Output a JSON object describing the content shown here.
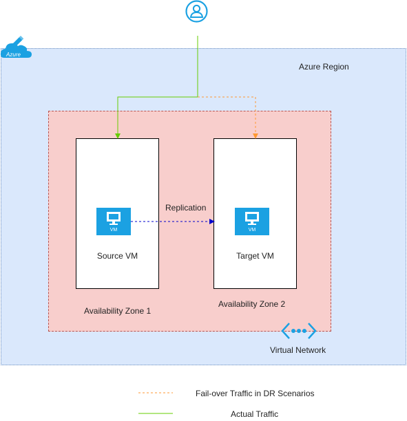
{
  "azure_badge": {
    "label": "Azure"
  },
  "region": {
    "label": "Azure Region"
  },
  "zones": [
    {
      "label": "Availability Zone 1"
    },
    {
      "label": "Availability Zone 2"
    }
  ],
  "vms": [
    {
      "label": "Source VM",
      "icon_text": "VM"
    },
    {
      "label": "Target VM",
      "icon_text": "VM"
    }
  ],
  "replication": {
    "label": "Replication"
  },
  "network": {
    "label": "Virtual Network"
  },
  "legend": [
    {
      "label": "Fail-over Traffic in DR Scenarios",
      "style": "dashed",
      "color": "#ff9933"
    },
    {
      "label": "Actual Traffic",
      "style": "solid",
      "color": "#66cc00"
    }
  ],
  "colors": {
    "azure_blue": "#1ba1e2",
    "region_fill": "#dae8fc",
    "zone_fill": "#f8cecc",
    "replication_arrow": "#0000cc"
  },
  "icons": [
    "user-icon",
    "azure-cloud-icon",
    "vm-icon",
    "virtual-network-icon"
  ]
}
